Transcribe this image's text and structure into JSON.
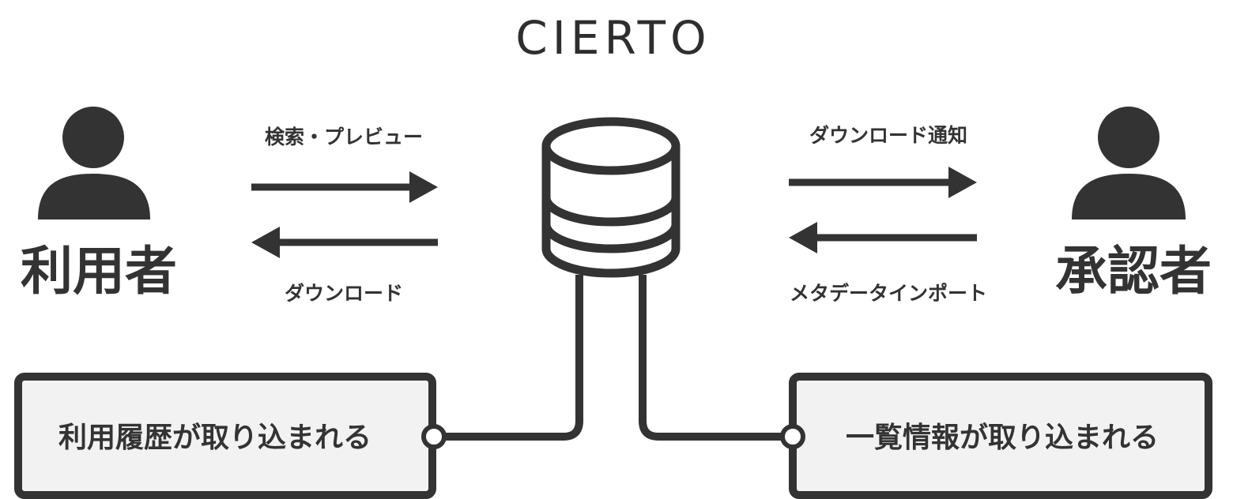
{
  "title": "CIERTO",
  "left_actor": {
    "label": "利用者",
    "icon": "person-icon"
  },
  "right_actor": {
    "label": "承認者",
    "icon": "person-icon"
  },
  "database": {
    "icon": "database-icon"
  },
  "left_flows": {
    "to_db": "検索・プレビュー",
    "from_db": "ダウンロード"
  },
  "right_flows": {
    "from_db": "ダウンロード通知",
    "to_db": "メタデータインポート"
  },
  "left_box": {
    "label": "利用履歴が取り込まれる"
  },
  "right_box": {
    "label": "一覧情報が取り込まれる"
  },
  "colors": {
    "foreground": "#333333",
    "box_fill": "#f2f2f2",
    "background": "#ffffff"
  }
}
